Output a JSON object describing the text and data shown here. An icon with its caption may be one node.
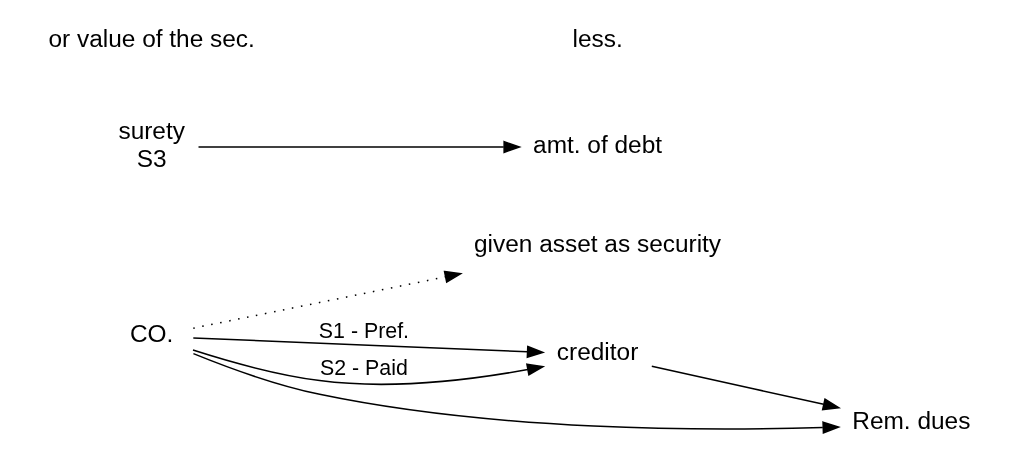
{
  "diagram": {
    "nodes": [
      {
        "text": [
          "CO."
        ]
      },
      {
        "text": [
          "given asset as security"
        ]
      },
      {
        "text": [
          "creditor"
        ]
      },
      {
        "text": [
          "Rem. dues"
        ]
      },
      {
        "text": [
          "surety",
          "S3"
        ]
      },
      {
        "text": [
          "amt. of debt"
        ]
      },
      {
        "text": [
          "or value of the sec."
        ]
      }
    ],
    "edges": [
      {
        "from": 0,
        "to": 1,
        "arrow": "to",
        "style": "dashed"
      },
      {
        "from": 0,
        "to": 2,
        "arrow": "to",
        "label": "S1 - Pref."
      },
      {
        "from": 0,
        "to": 2,
        "arrow": "to",
        "label": "S2 - Paid"
      },
      {
        "from": 0,
        "to": 3,
        "arrow": "to"
      },
      {
        "from": 2,
        "to": 3,
        "arrow": "to"
      },
      {
        "from": 4,
        "to": 5,
        "arrow": "to"
      }
    ],
    "labels": [
      "less."
    ]
  }
}
